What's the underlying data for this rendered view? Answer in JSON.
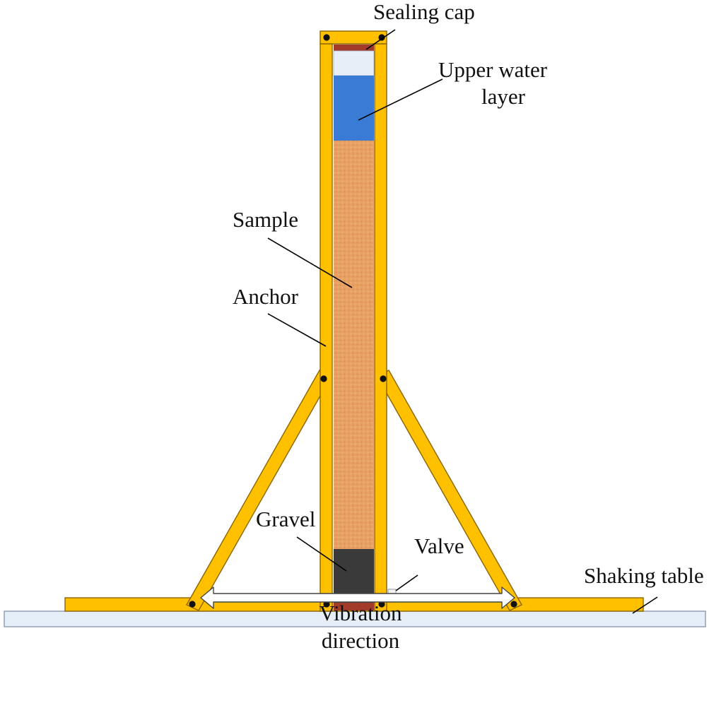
{
  "labels": {
    "sealing_cap": "Sealing cap",
    "upper_water_line1": "Upper water",
    "upper_water_line2": "layer",
    "sample": "Sample",
    "anchor": "Anchor",
    "gravel": "Gravel",
    "valve": "Valve",
    "shaking_table": "Shaking table",
    "vibration_line1": "Vibration",
    "vibration_line2": "direction"
  },
  "colors": {
    "frame": "#FFC000",
    "sealing_cap": "#A23B2A",
    "water": "#3A7BD5",
    "air_gap": "#E8EEF7",
    "sample": "#E8A063",
    "gravel": "#3A3A3A",
    "table": "#E6EEF8",
    "bolt": "#111111"
  },
  "icons": {
    "bolt": "bolt-icon",
    "vibration_arrow": "double-arrow-icon"
  }
}
